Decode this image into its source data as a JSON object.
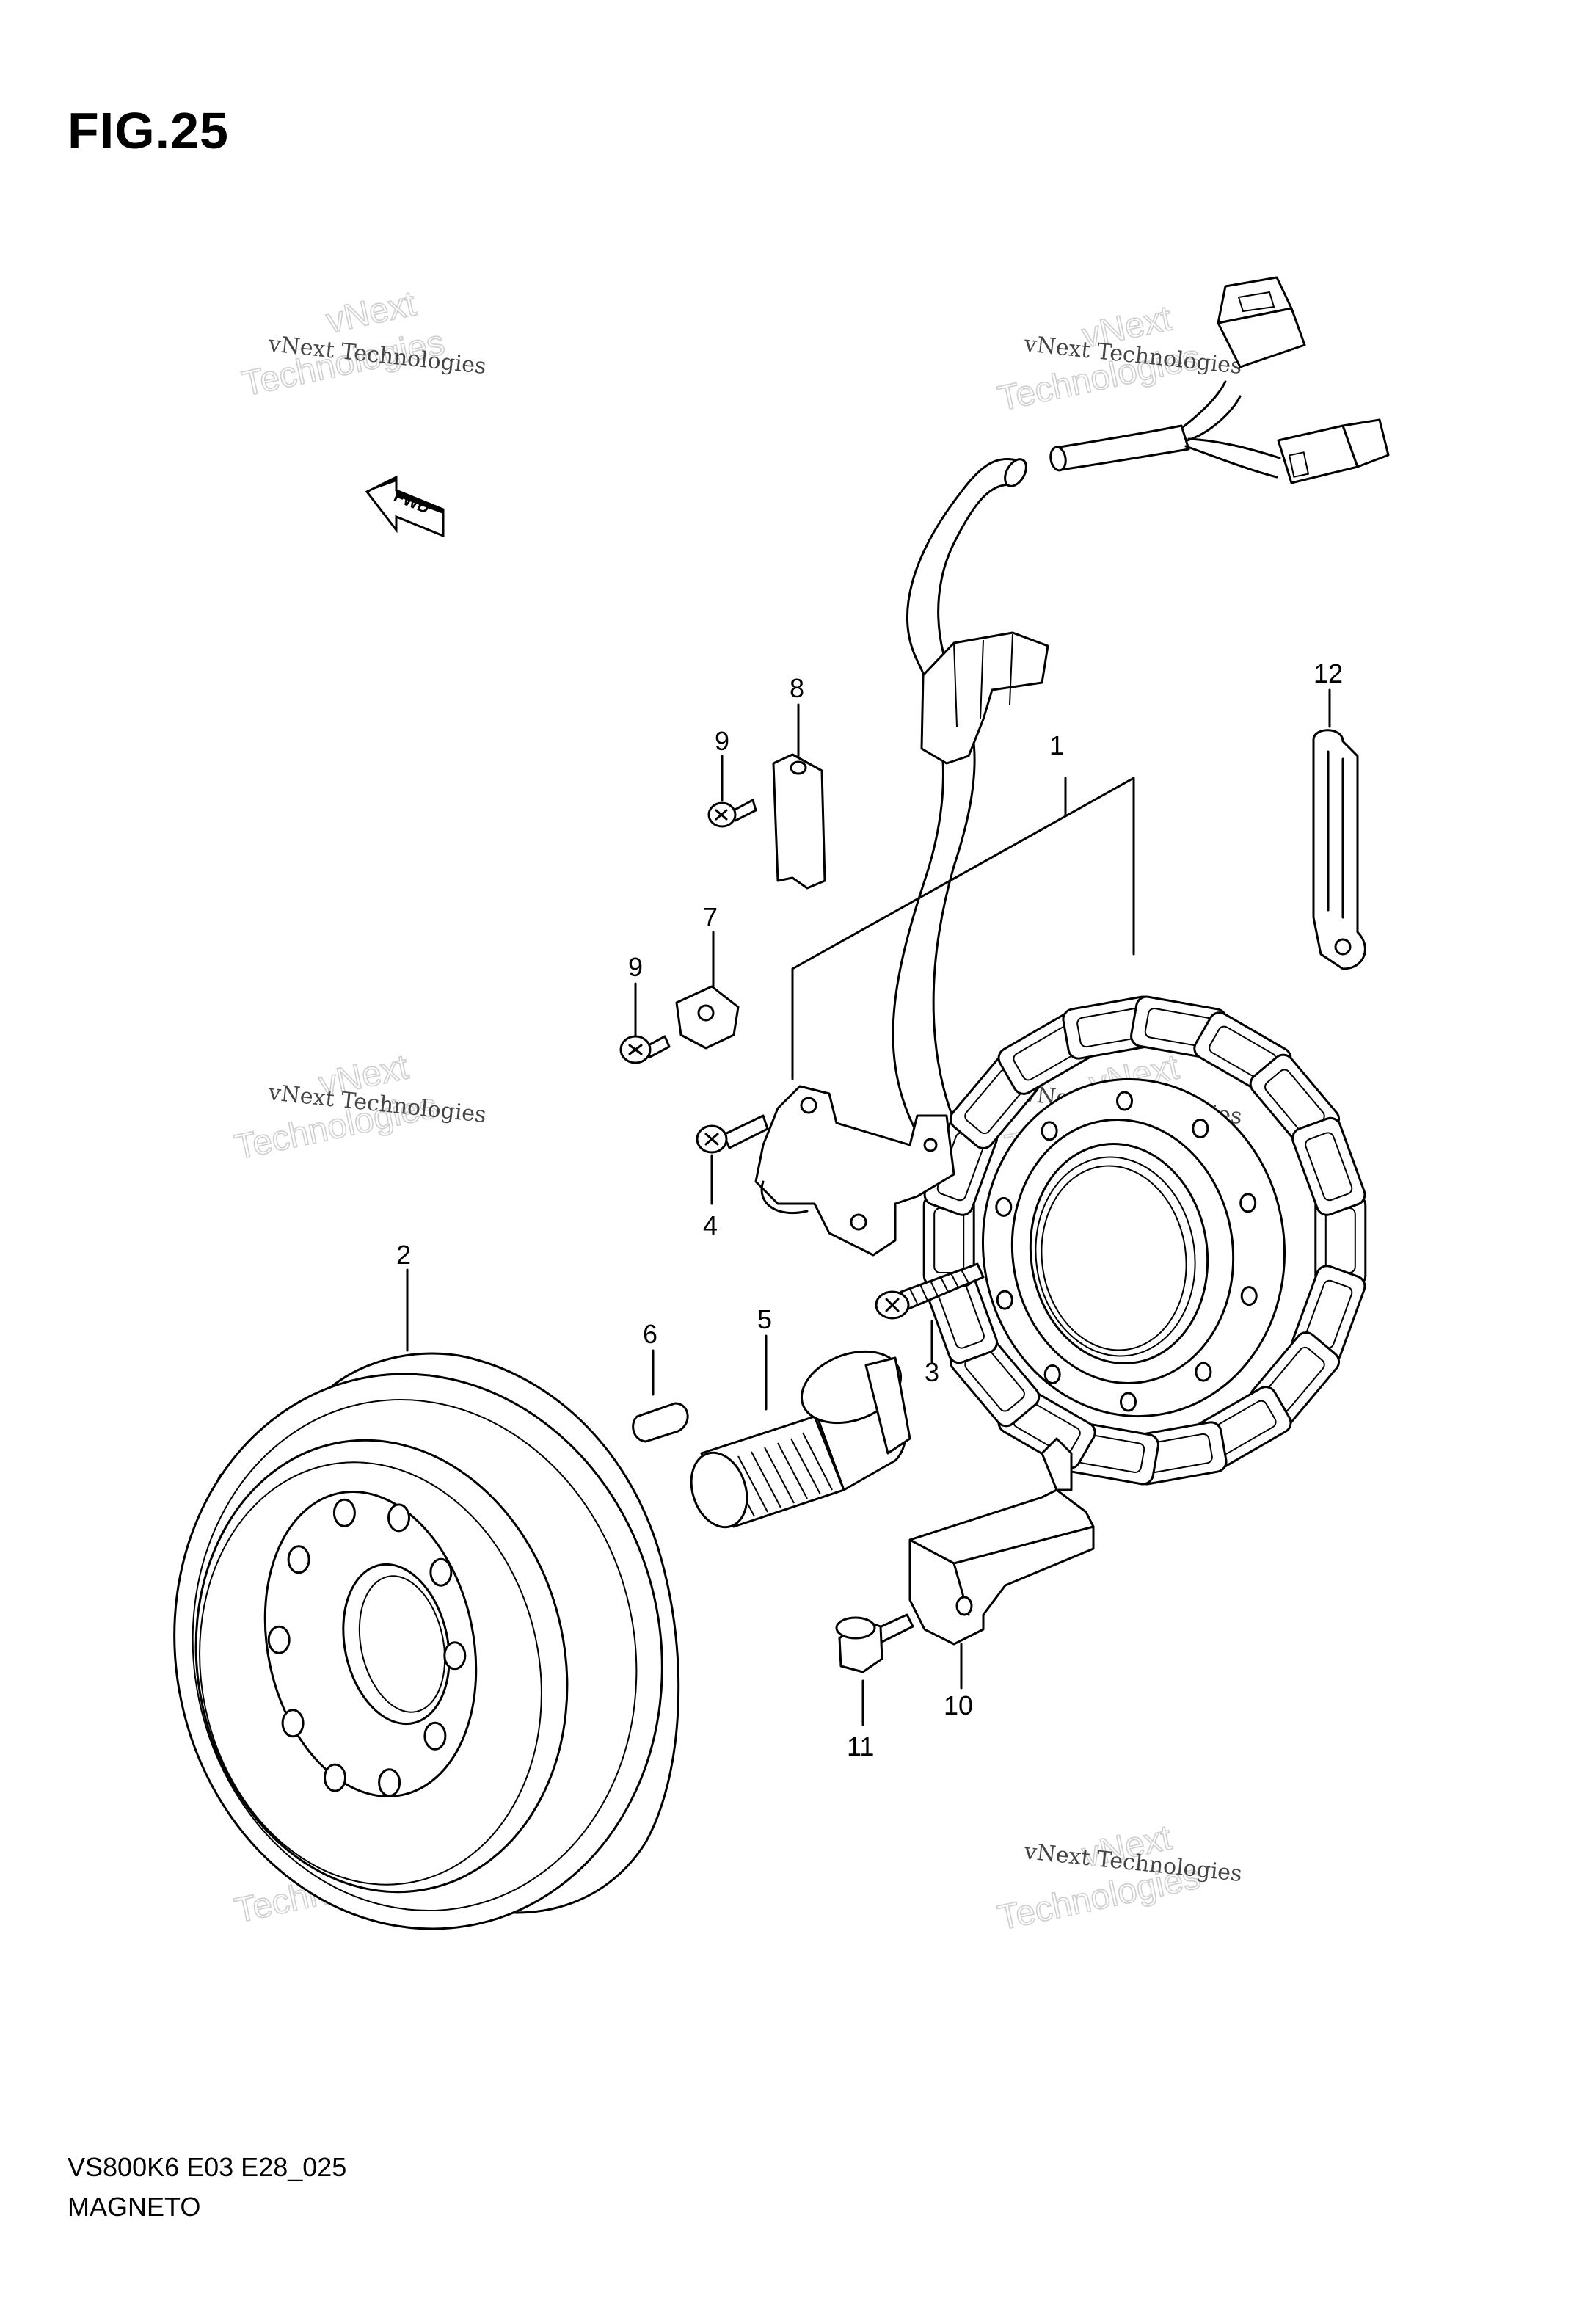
{
  "figure": {
    "title": "FIG.25",
    "code": "VS800K6 E03 E28_025",
    "name": "MAGNETO"
  },
  "direction_arrow": {
    "label": "FWD"
  },
  "callouts": [
    {
      "id": "c1",
      "label": "1"
    },
    {
      "id": "c2",
      "label": "2"
    },
    {
      "id": "c3",
      "label": "3"
    },
    {
      "id": "c4",
      "label": "4"
    },
    {
      "id": "c5",
      "label": "5"
    },
    {
      "id": "c6",
      "label": "6"
    },
    {
      "id": "c7",
      "label": "7"
    },
    {
      "id": "c8",
      "label": "8"
    },
    {
      "id": "c9a",
      "label": "9"
    },
    {
      "id": "c9b",
      "label": "9"
    },
    {
      "id": "c10",
      "label": "10"
    },
    {
      "id": "c11",
      "label": "11"
    },
    {
      "id": "c12",
      "label": "12"
    }
  ],
  "watermark": {
    "line1": "vNext",
    "line2": "Technologies",
    "caption": "vNext Technologies"
  }
}
